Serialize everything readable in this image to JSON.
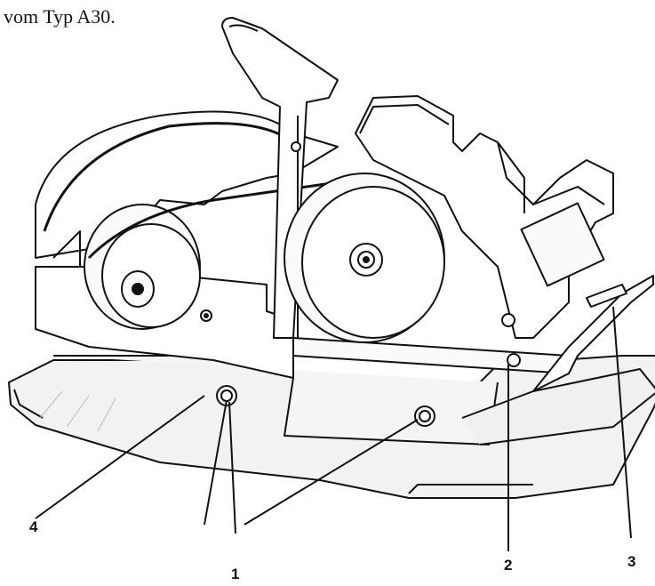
{
  "caption": "vom Typ A30.",
  "figure": {
    "callouts": {
      "c1": "1",
      "c2": "2",
      "c3": "3",
      "c4": "4"
    }
  }
}
